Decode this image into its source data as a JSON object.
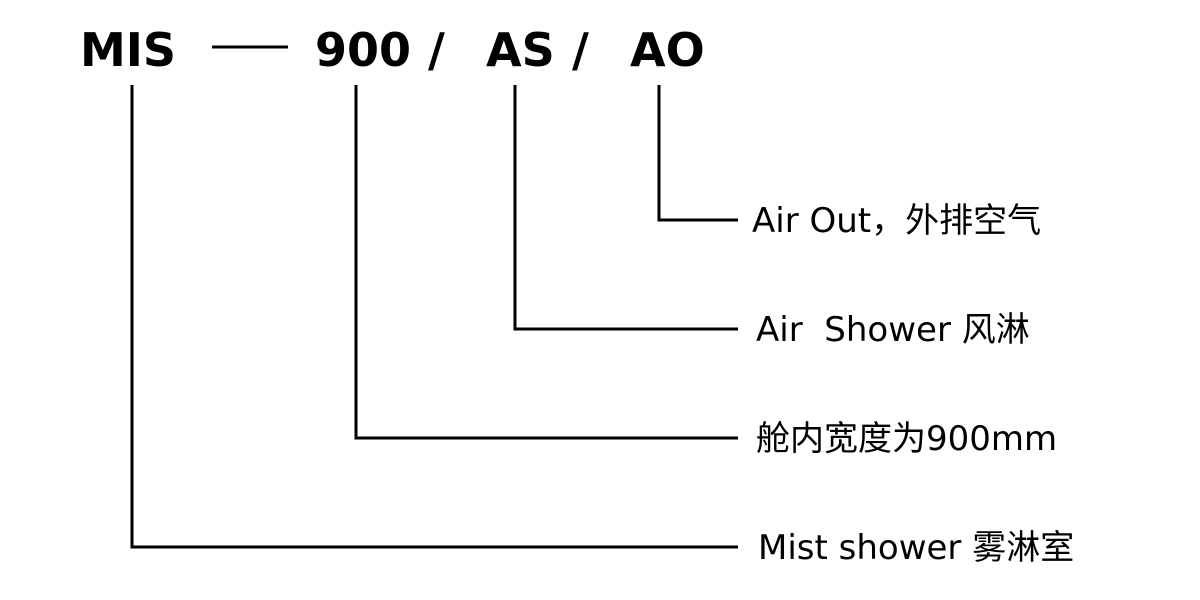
{
  "code": {
    "prefix": "MIS",
    "dash": "—",
    "width": "900",
    "slash1": "/",
    "feature1": "AS",
    "slash2": "/",
    "feature2": "AO"
  },
  "legend": [
    {
      "key": "AO",
      "text": "Air Out，外排空气"
    },
    {
      "key": "AS",
      "text": "Air  Shower 风淋"
    },
    {
      "key": "900",
      "text": "舱内宽度为900mm"
    },
    {
      "key": "MIS",
      "text": "Mist shower 雾淋室"
    }
  ]
}
